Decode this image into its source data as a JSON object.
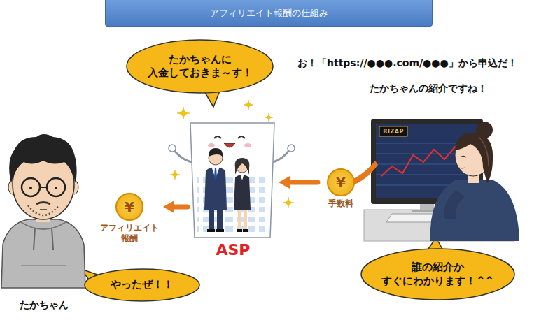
{
  "diagram": {
    "title": "アフィリエイト報酬の仕組み",
    "nodes": [
      {
        "text": [
          "たかちゃんに 入金しておきま～す！"
        ]
      },
      {
        "text": [
          "たかちゃん"
        ]
      },
      {
        "text": [
          "ASP"
        ]
      },
      {
        "text": [
          "¥",
          "アフィリエイト 報酬"
        ]
      },
      {
        "text": [
          "¥",
          "手数料"
        ]
      },
      {
        "text": [
          "やったぜ！！"
        ]
      },
      {
        "text": [
          "誰の紹介か すぐにわかります！^^"
        ]
      }
    ],
    "edges": [
      {
        "from": 4,
        "to": 2,
        "arrow": "to"
      },
      {
        "from": 2,
        "to": 3,
        "arrow": "to"
      }
    ],
    "labels": [
      "お！「https://●●●.com/●●●」から申込だ！",
      "たかちゃんの紹介ですね！",
      "RIZAP"
    ]
  }
}
